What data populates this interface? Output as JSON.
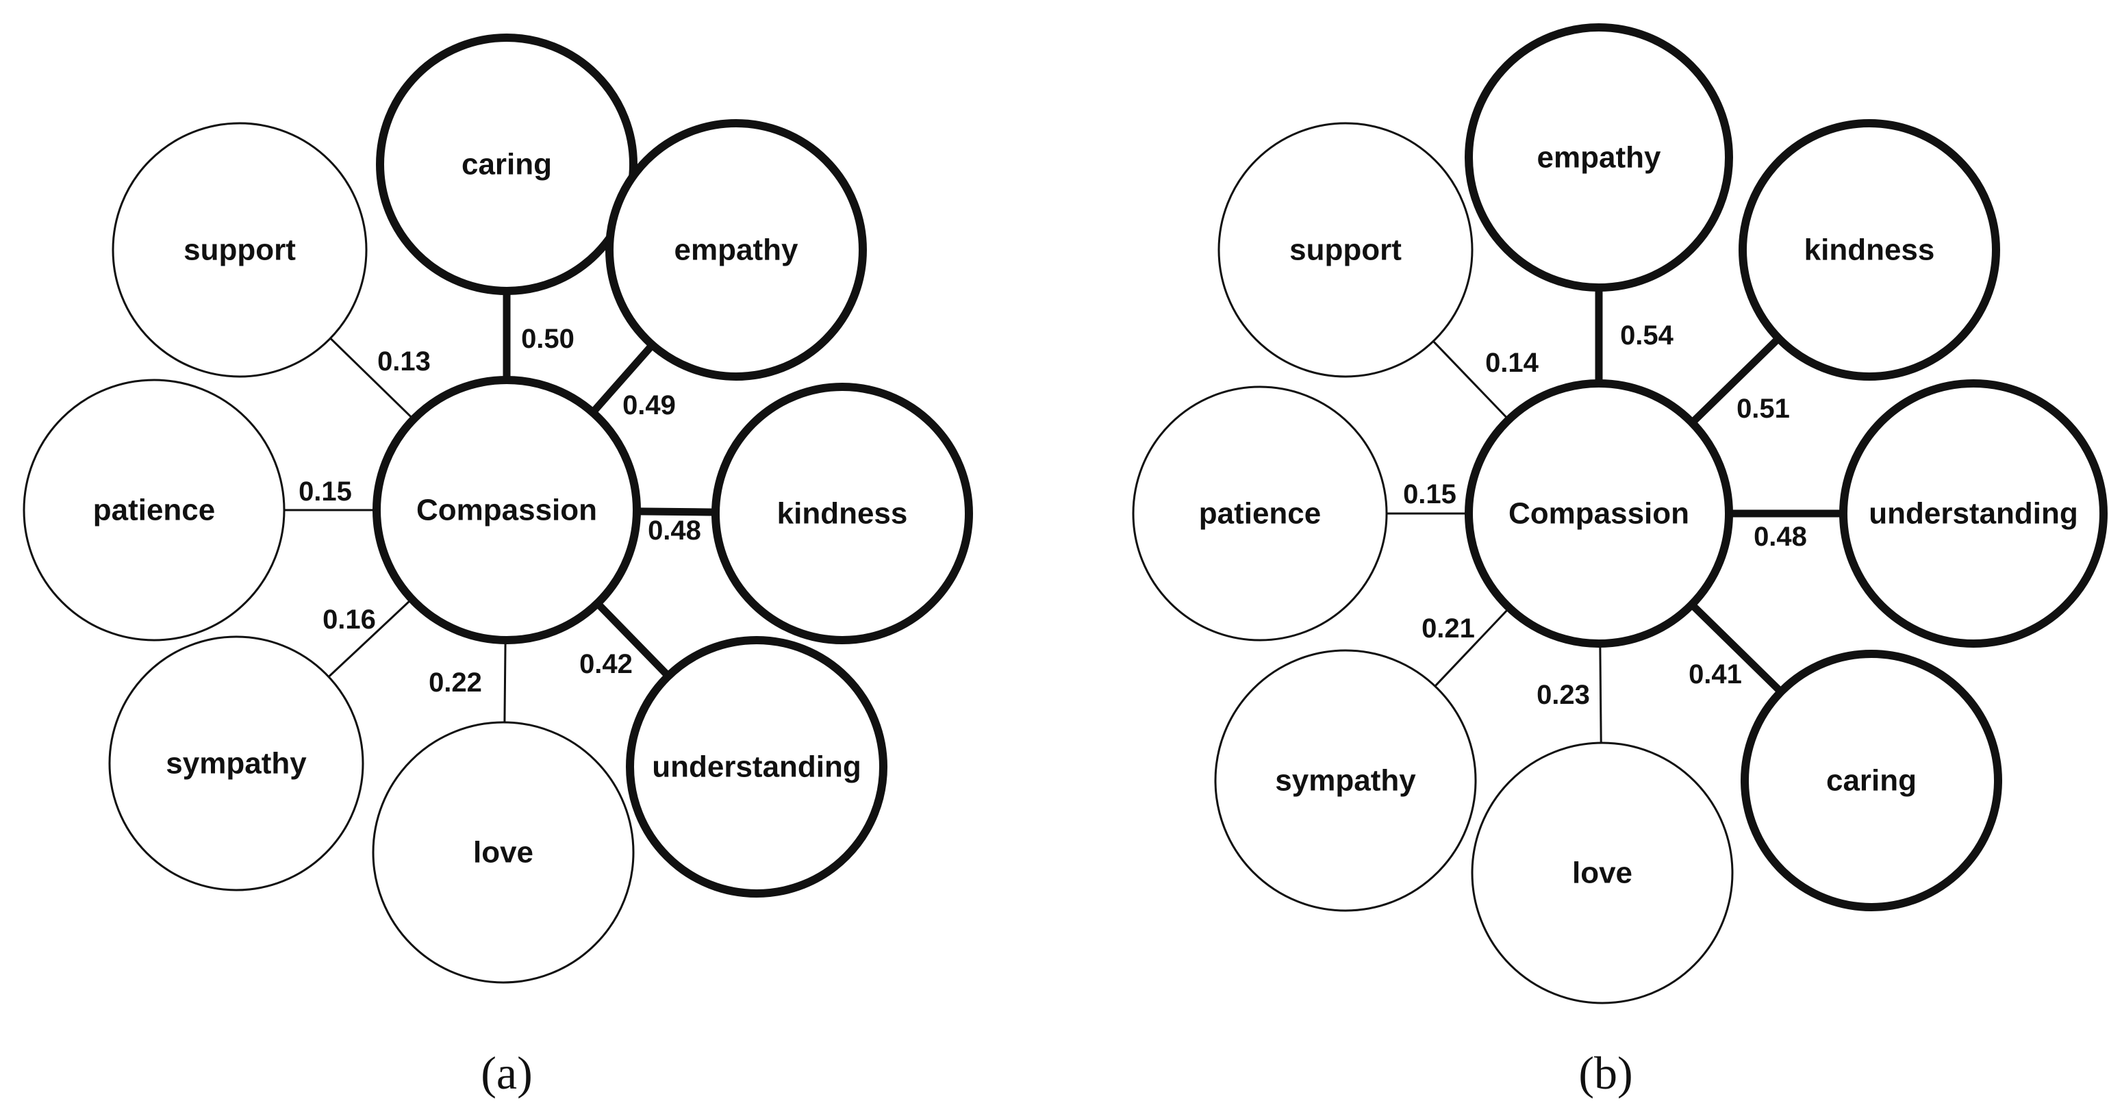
{
  "panels": [
    {
      "caption": "(a)",
      "center": "Compassion",
      "links": [
        {
          "term": "caring",
          "weight": "0.50",
          "strong": true
        },
        {
          "term": "empathy",
          "weight": "0.49",
          "strong": true
        },
        {
          "term": "kindness",
          "weight": "0.48",
          "strong": true
        },
        {
          "term": "understanding",
          "weight": "0.42",
          "strong": true
        },
        {
          "term": "love",
          "weight": "0.22",
          "strong": false
        },
        {
          "term": "sympathy",
          "weight": "0.16",
          "strong": false
        },
        {
          "term": "patience",
          "weight": "0.15",
          "strong": false
        },
        {
          "term": "support",
          "weight": "0.13",
          "strong": false
        }
      ]
    },
    {
      "caption": "(b)",
      "center": "Compassion",
      "links": [
        {
          "term": "empathy",
          "weight": "0.54",
          "strong": true
        },
        {
          "term": "kindness",
          "weight": "0.51",
          "strong": true
        },
        {
          "term": "understanding",
          "weight": "0.48",
          "strong": true
        },
        {
          "term": "caring",
          "weight": "0.41",
          "strong": true
        },
        {
          "term": "love",
          "weight": "0.23",
          "strong": false
        },
        {
          "term": "sympathy",
          "weight": "0.21",
          "strong": false
        },
        {
          "term": "patience",
          "weight": "0.15",
          "strong": false
        },
        {
          "term": "support",
          "weight": "0.14",
          "strong": false
        }
      ]
    }
  ]
}
